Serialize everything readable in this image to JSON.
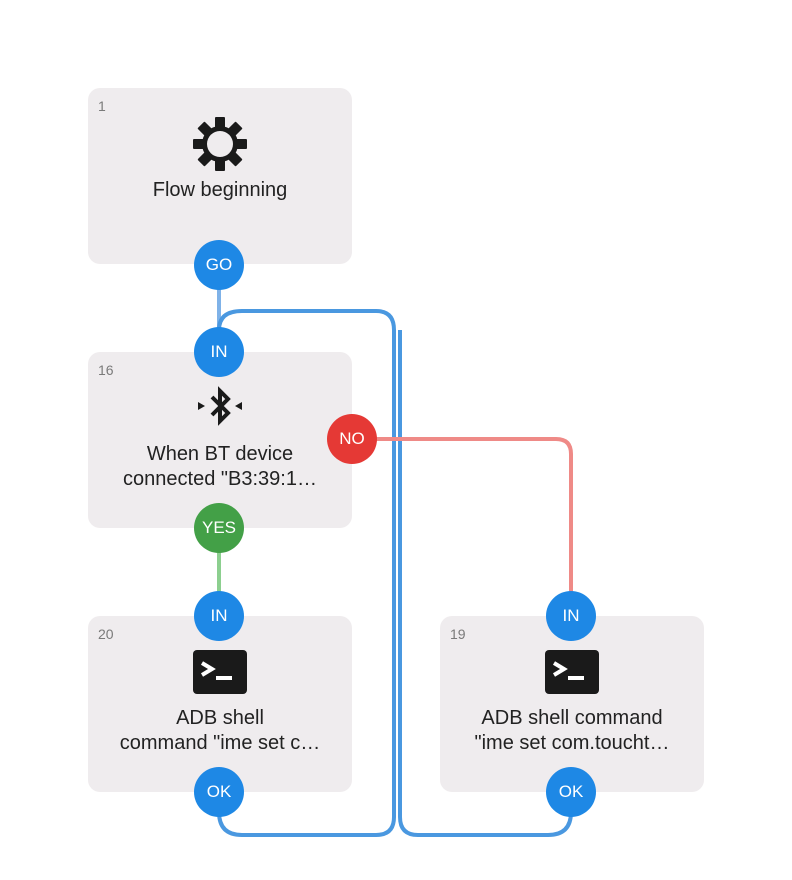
{
  "colors": {
    "block_bg": "#efecee",
    "port_blue": "#1e88e5",
    "port_green": "#43a047",
    "port_red": "#e53935",
    "line_blue": "#7fb2e8",
    "line_blue_strong": "#4a98e0",
    "line_green": "#8ccf8f",
    "line_red": "#ef8a87"
  },
  "blocks": {
    "b1": {
      "number": "1",
      "icon": "gear-icon",
      "title_line1": "Flow beginning",
      "title_line2": "",
      "port_out": "GO"
    },
    "b16": {
      "number": "16",
      "icon": "bluetooth-icon",
      "title_line1": "When BT device",
      "title_line2": "connected \"B3:39:1…",
      "port_in": "IN",
      "port_yes": "YES",
      "port_no": "NO"
    },
    "b20": {
      "number": "20",
      "icon": "terminal-icon",
      "title_line1": "ADB shell",
      "title_line2": "command \"ime set c…",
      "port_in": "IN",
      "port_out": "OK"
    },
    "b19": {
      "number": "19",
      "icon": "terminal-icon",
      "title_line1": "ADB shell command",
      "title_line2": "\"ime set com.toucht…",
      "port_in": "IN",
      "port_out": "OK"
    }
  }
}
